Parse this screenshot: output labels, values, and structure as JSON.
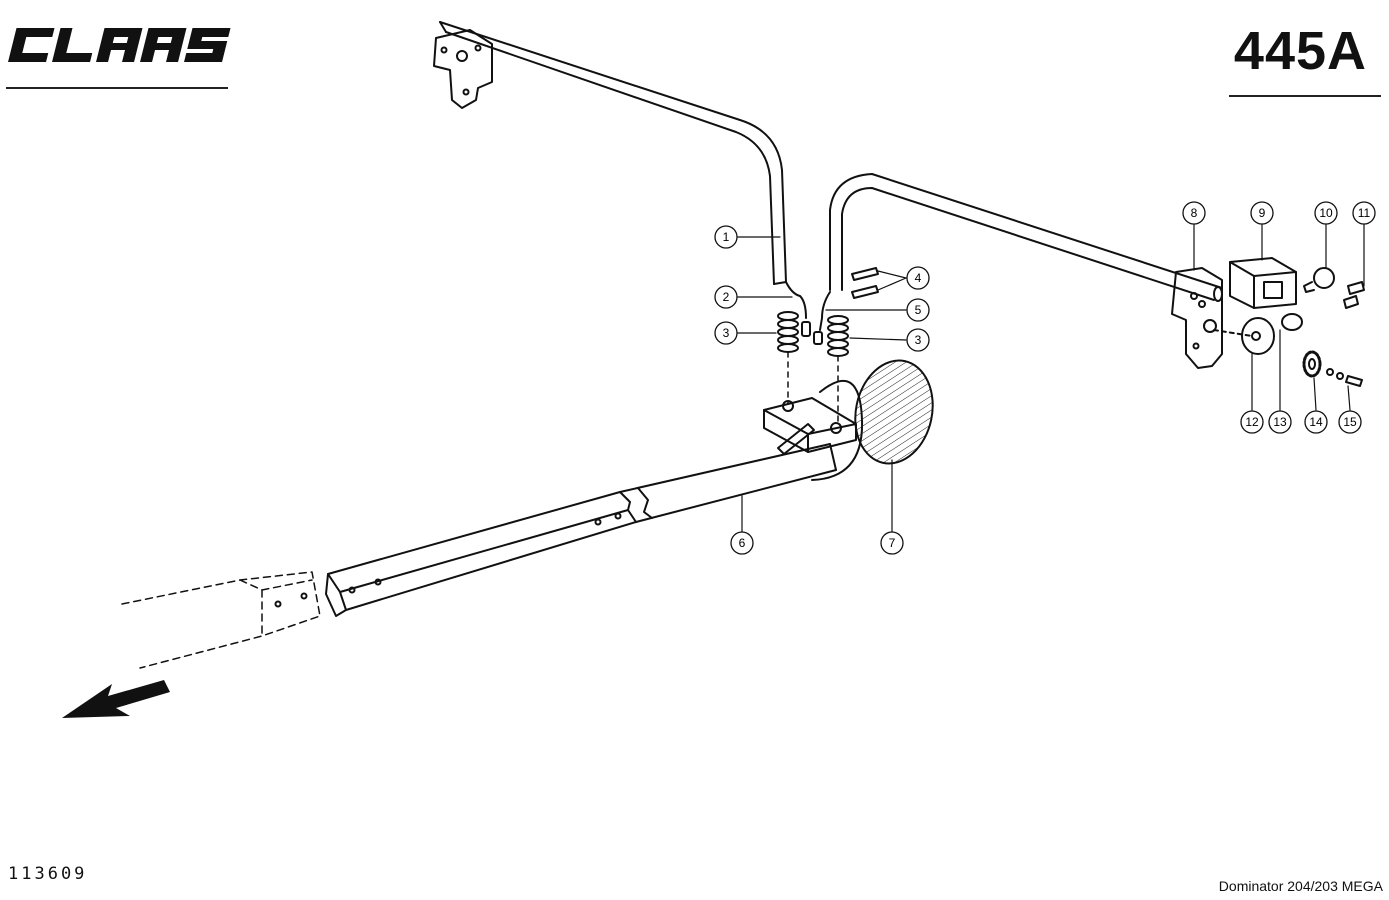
{
  "header": {
    "brand": "CLAAS",
    "page_code": "445A"
  },
  "footer": {
    "drawing_number": "113609",
    "model": "Dominator 204/203 MEGA"
  },
  "callouts": [
    "1",
    "2",
    "3",
    "4",
    "5",
    "3",
    "6",
    "7",
    "8",
    "9",
    "10",
    "11",
    "12",
    "13",
    "14",
    "15"
  ],
  "colors": {
    "ink": "#111111",
    "paper": "#ffffff"
  }
}
